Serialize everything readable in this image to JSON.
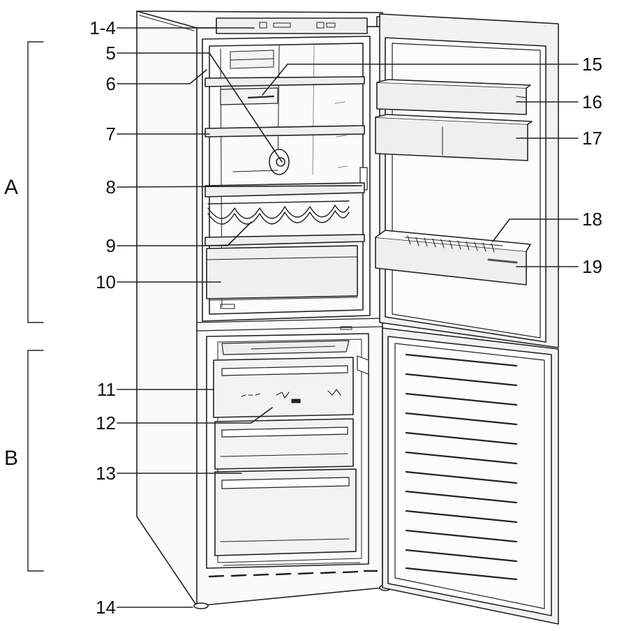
{
  "labels": {
    "l1_4": "1-4",
    "l5": "5",
    "l6": "6",
    "l7": "7",
    "l8": "8",
    "l9": "9",
    "l10": "10",
    "l11": "11",
    "l12": "12",
    "l13": "13",
    "l14": "14",
    "l15": "15",
    "l16": "16",
    "l17": "17",
    "l18": "18",
    "l19": "19"
  },
  "sections": {
    "a": "A",
    "b": "B"
  },
  "colors": {
    "line": "#222222",
    "fill": "#ffffff",
    "shade": "#e9e9e9",
    "shade_dark": "#d6d6d6"
  }
}
